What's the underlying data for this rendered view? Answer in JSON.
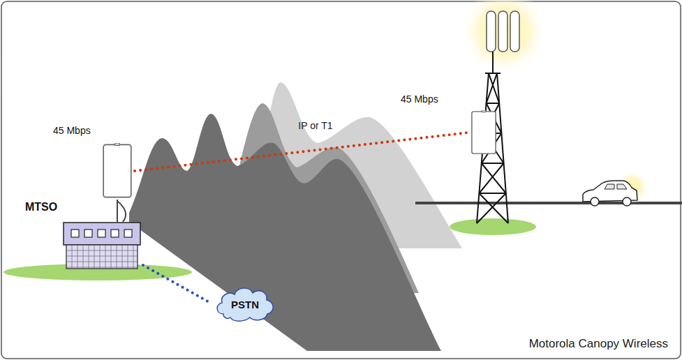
{
  "diagram": {
    "nodes": [
      {
        "text": [
          "45 Mbps"
        ]
      },
      {
        "text": [
          "45 Mbps"
        ]
      },
      {
        "text": [
          "MTSO"
        ]
      },
      {
        "text": [
          "PSTN"
        ]
      }
    ],
    "edges": [
      {
        "from": 0,
        "to": 1,
        "arrow": "none",
        "label": "IP or T1"
      },
      {
        "from": 2,
        "to": 3,
        "arrow": "none"
      }
    ],
    "labels": [
      "Motorola Canopy Wireless"
    ]
  }
}
